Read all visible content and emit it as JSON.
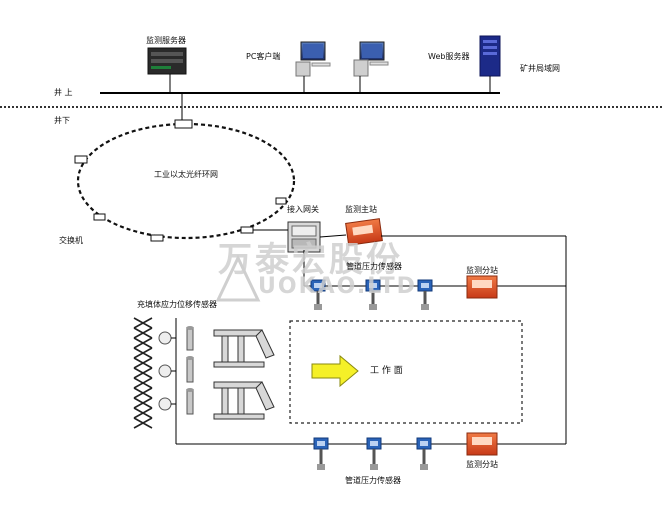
{
  "surface": {
    "monitor_server": "监测服务器",
    "pc_client": "PC客户端",
    "web_server": "Web服务器",
    "mine_lan": "矿井局域网",
    "label_above": "井 上"
  },
  "underground": {
    "label_below": "井下",
    "ring_network": "工业以太光纤环网",
    "switch": "交换机",
    "gateway": "接入网关",
    "main_station": "监测主站",
    "sub_station_right": "监测分站",
    "sub_station_bottom": "监测分站",
    "pressure_sensor_top": "管道压力传感器",
    "pressure_sensor_bottom": "管道压力传感器",
    "fill_sensor": "充填体应力位移传感器",
    "work_face": "工 作 面"
  },
  "watermark": {
    "text_cn": "万泰宏股份",
    "text_en": "UOKAO.LTD"
  },
  "colors": {
    "station_orange": "#e2532a",
    "sensor_blue": "#2a63b8",
    "server_blue": "#1a2a8a",
    "arrow_yellow": "#f5f028"
  }
}
